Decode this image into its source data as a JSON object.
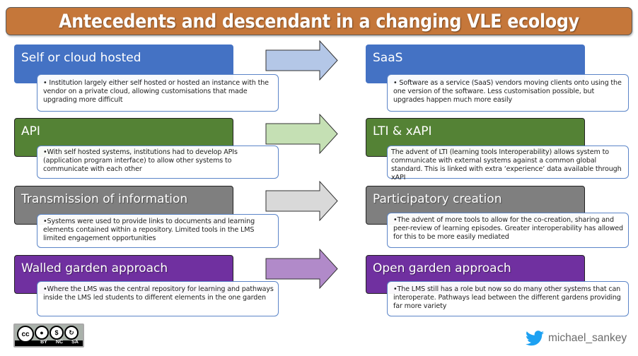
{
  "title": "Antecedents and descendant in a changing VLE ecology",
  "colors": {
    "banner": "#c5773a",
    "blue": "#4472c4",
    "green": "#548235",
    "gray": "#7f7f7f",
    "purple": "#7030a0",
    "arrow_blue": "#b4c7e7",
    "arrow_green": "#c5e0b4",
    "arrow_gray": "#d9d9d9",
    "arrow_purple": "#b18ac9",
    "twitter": "#1da1f2"
  },
  "rows": [
    {
      "color": "blue",
      "antecedent": {
        "heading": "Self or cloud hosted",
        "text": "• Institution largely either self hosted or hosted an instance with the vendor on a private cloud, allowing customisations that made upgrading more difficult"
      },
      "descendant": {
        "heading": "SaaS",
        "text": "• Software as a service (SaaS) vendors moving clients onto using the one version of the software. Less customisation possible, but upgrades happen much more easily"
      }
    },
    {
      "color": "green",
      "antecedent": {
        "heading": "API",
        "text": "•With self hosted systems, institutions had to develop APIs (application program interface) to allow other systems to communicate with each other"
      },
      "descendant": {
        "heading": "LTI & xAPI",
        "text": "The advent of LTI (learning tools Interoperability) allows system to communicate with external systems against a common global standard. This is linked with extra ‘experience’ data available through xAPI"
      }
    },
    {
      "color": "gray",
      "antecedent": {
        "heading": "Transmission of information",
        "text": "•Systems were used to provide links to documents and learning elements contained within a repository. Limited tools in the LMS limited engagement opportunities"
      },
      "descendant": {
        "heading": "Participatory creation",
        "text": "•The advent of more tools to allow for the co-creation, sharing and peer-review of learning episodes. Greater interoperability has allowed for this to be more easily mediated"
      }
    },
    {
      "color": "purple",
      "antecedent": {
        "heading": "Walled garden approach",
        "text": "•Where the LMS was the central repository for learning and pathways inside the LMS led students to different elements in the one garden"
      },
      "descendant": {
        "heading": "Open garden approach",
        "text": "•The LMS still has a role but now so do many other systems that can interoperate. Pathways lead between the different gardens providing far more variety"
      }
    }
  ],
  "footer": {
    "license_icon": "cc-by-nc-sa-icon",
    "license_labels": [
      "BY",
      "NC",
      "SA"
    ],
    "license_cc": "cc",
    "twitter_icon": "twitter-bird-icon",
    "twitter_handle": "michael_sankey"
  }
}
